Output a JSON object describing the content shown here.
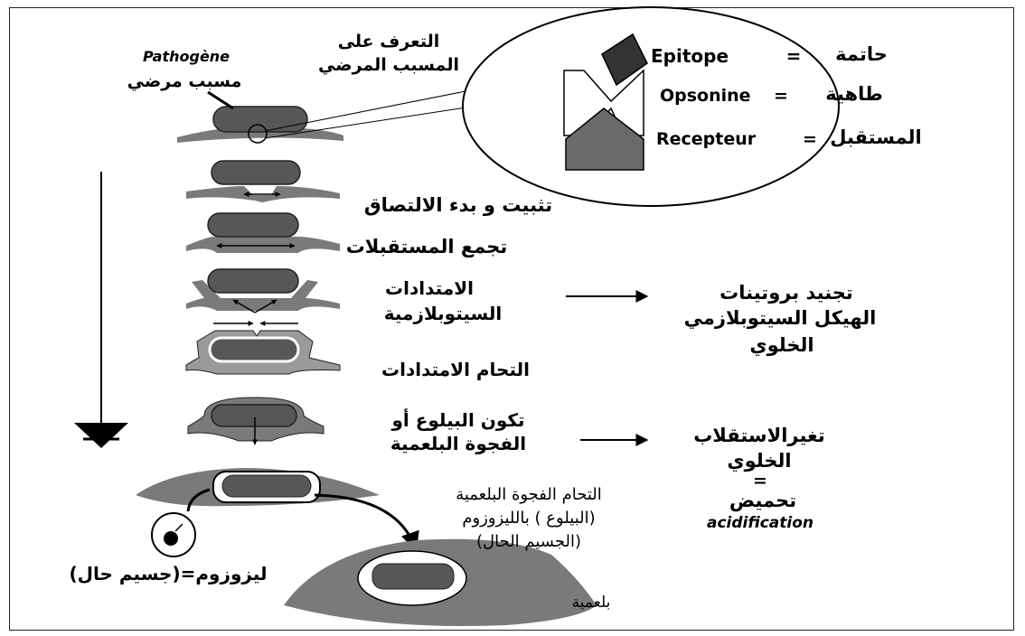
{
  "pathogen": {
    "latin": "Pathogène",
    "arabic": "مسبب مرضي"
  },
  "recognition": {
    "line1": "التعرف على",
    "line2": "المسبب المرضي"
  },
  "legend": {
    "epitope": {
      "latin": "Epitope",
      "sign": "=",
      "arabic": "حاتمة"
    },
    "opsonine": {
      "latin": "Opsonine",
      "sign": "=",
      "arabic": "طاهية"
    },
    "recepteur": {
      "latin": "Recepteur",
      "sign": "=",
      "arabic": "المستقبل"
    }
  },
  "steps": {
    "fixation": "تثبيت و بدء الالتصاق",
    "aggregation": "تجمع المستقبلات",
    "extensions": {
      "line1": "الامتدادات",
      "line2": "السيتوبلازمية"
    },
    "fusion_ext": "التحام الامتدادات",
    "phagosome": {
      "line1": "تكون البيلوع أو",
      "line2": "الفجوة البلعمية"
    },
    "lyso_fusion": {
      "line1": "التحام الفجوة البلعمية",
      "line2": "(البيلوع ) بالليزوزوم",
      "line3": "(الجسيم الحال)"
    },
    "lysosome": "ليزوزوم=(جسيم حال)",
    "phagocyte": "بلعمية"
  },
  "effects": {
    "cytoskeleton": {
      "line1": "تجنيد بروتينات",
      "line2": "الهيكل السيتوبلازمي",
      "line3": "الخلوي"
    },
    "metabolism": {
      "line1": "تغيرالاستقلاب",
      "line2": "الخلوي",
      "line3": "=",
      "line4": "تحميض",
      "line5": "acidification"
    }
  },
  "colors": {
    "cell": "#7a7a7a",
    "pathogen": "#575757",
    "ink": "#000000",
    "paper": "#ffffff"
  }
}
